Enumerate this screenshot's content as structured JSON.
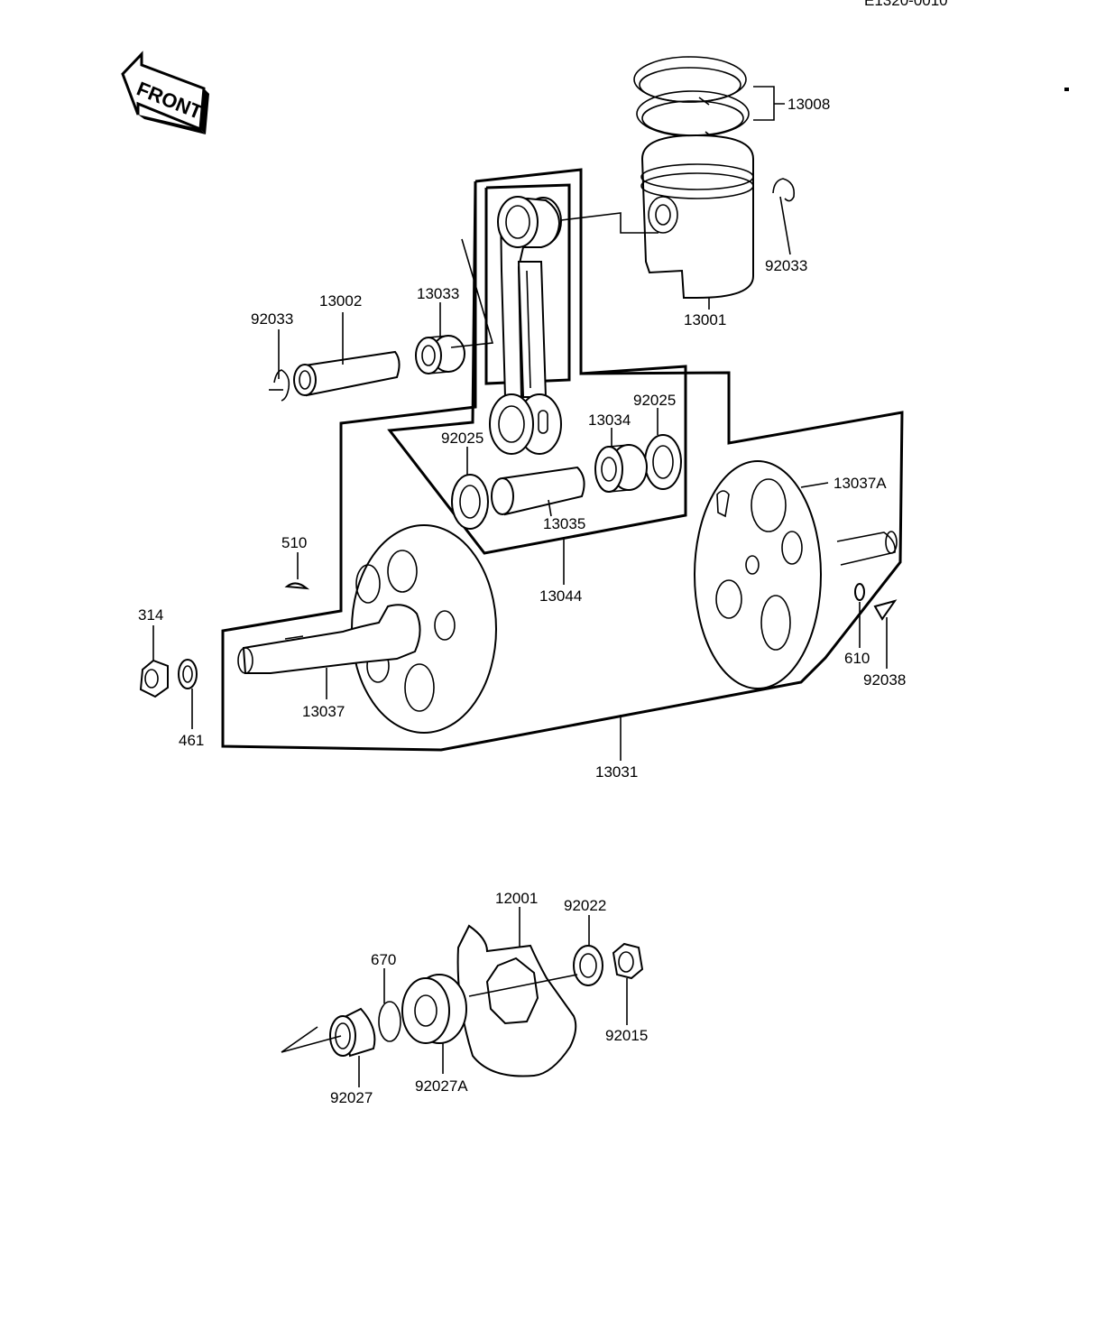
{
  "header": {
    "code": "E1320-0010"
  },
  "front_arrow": {
    "text": "FRONT"
  },
  "labels": {
    "p13008": "13008",
    "p92033_r": "92033",
    "p13001": "13001",
    "p92033_l": "92033",
    "p13002": "13002",
    "p13033": "13033",
    "p92025_r": "92025",
    "p13034": "13034",
    "p92025_l": "92025",
    "p13035": "13035",
    "p13044": "13044",
    "p13037A": "13037A",
    "p510": "510",
    "p314": "314",
    "p461": "461",
    "p13037": "13037",
    "p610": "610",
    "p92038": "92038",
    "p13031": "13031",
    "p12001": "12001",
    "p92022": "92022",
    "p670": "670",
    "p92015": "92015",
    "p92027": "92027",
    "p92027A": "92027A"
  }
}
